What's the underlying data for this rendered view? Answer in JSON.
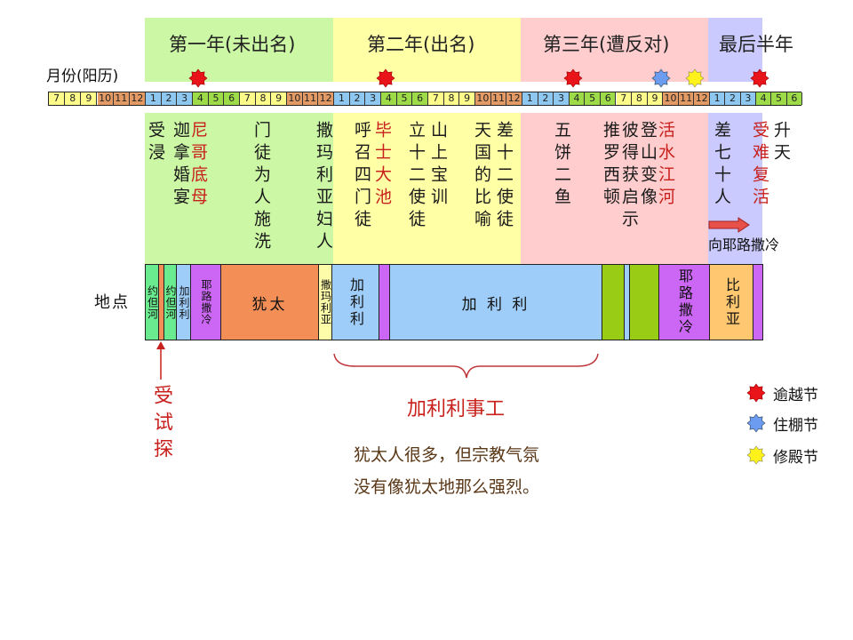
{
  "axis": {
    "months_label": "月份(阳历)",
    "locations_label": "地点"
  },
  "years": [
    {
      "label": "第一年(未出名)",
      "color": "#ccf7a4"
    },
    {
      "label": "第二年(出名)",
      "color": "#ffffa6"
    },
    {
      "label": "第三年(遭反对)",
      "color": "#ffcdcd"
    },
    {
      "label": "最后半年",
      "color": "#cacaff"
    }
  ],
  "month_bar": {
    "groups": [
      {
        "months": [
          "7",
          "8",
          "9",
          "10",
          "11",
          "12"
        ]
      },
      {
        "months": [
          "1",
          "2",
          "3",
          "4",
          "5",
          "6",
          "7",
          "8",
          "9",
          "10",
          "11",
          "12"
        ]
      },
      {
        "months": [
          "1",
          "2",
          "3",
          "4",
          "5",
          "6",
          "7",
          "8",
          "9",
          "10",
          "11",
          "12"
        ]
      },
      {
        "months": [
          "1",
          "2",
          "3",
          "4",
          "5",
          "6",
          "7",
          "8",
          "9",
          "10",
          "11",
          "12"
        ]
      },
      {
        "months": [
          "1",
          "2",
          "3",
          "4",
          "5",
          "6"
        ]
      }
    ],
    "colors": {
      "q1": "#8ec8f0",
      "q2": "#9ddc48",
      "q3": "#fdfc8a",
      "q4": "#e39a64"
    }
  },
  "festival_markers": [
    {
      "type": "passover",
      "position": "year1-month4"
    },
    {
      "type": "passover",
      "position": "year2-month4"
    },
    {
      "type": "passover",
      "position": "year3-month4"
    },
    {
      "type": "tabernacles",
      "position": "year3-month10"
    },
    {
      "type": "dedication",
      "position": "year3-month12"
    },
    {
      "type": "passover",
      "position": "final-month4"
    }
  ],
  "events": {
    "year1": [
      "受浸",
      "迦拿婚宴",
      "尼哥底母",
      "门徒为人施洗",
      "撒玛利亚妇人"
    ],
    "year2": [
      "呼召四门徒",
      "毕士大池",
      "立十二使徒",
      "山上宝训",
      "天国的比喻",
      "差十二使徒"
    ],
    "year3": [
      "五饼二鱼",
      "推罗西顿",
      "彼得获启示",
      "登山变像",
      "活水江河"
    ],
    "final": [
      "差七十人",
      "受难复活",
      "升天"
    ],
    "to_jerusalem": "向耶路撒冷"
  },
  "locations": [
    {
      "label": "约但河",
      "color": "#6beb8f"
    },
    {
      "label": "",
      "color": "#f28e56"
    },
    {
      "label": "约但河",
      "color": "#6beb8f"
    },
    {
      "label": "加利利",
      "color": "#9fcdfa"
    },
    {
      "label": "耶路撒冷",
      "color": "#cc66f5"
    },
    {
      "label": "犹太",
      "color": "#f28e56"
    },
    {
      "label": "撒玛利亚",
      "color": "#fdfca8"
    },
    {
      "label": "加利利",
      "color": "#9fcdfa"
    },
    {
      "label": "",
      "color": "#cc66f5"
    },
    {
      "label": "加 利 利",
      "color": "#9fcdfa"
    },
    {
      "label": "",
      "color": "#99cc14"
    },
    {
      "label": "",
      "color": "#9fcdfa"
    },
    {
      "label": "",
      "color": "#99cc14"
    },
    {
      "label": "耶路撒冷",
      "color": "#cc66f5"
    },
    {
      "label": "比利亚",
      "color": "#ffc870"
    },
    {
      "label": "",
      "color": "#cc66f5"
    }
  ],
  "annotations": {
    "temptation": "受试探",
    "galilee_ministry": "加利利事工",
    "note_line1": "犹太人很多，但宗教气氛",
    "note_line2": "没有像犹太地那么强烈。"
  },
  "legend": [
    {
      "label": "逾越节",
      "color": "#e8141a"
    },
    {
      "label": "住棚节",
      "color": "#6b9cef"
    },
    {
      "label": "修殿节",
      "color": "#fff21a"
    }
  ]
}
